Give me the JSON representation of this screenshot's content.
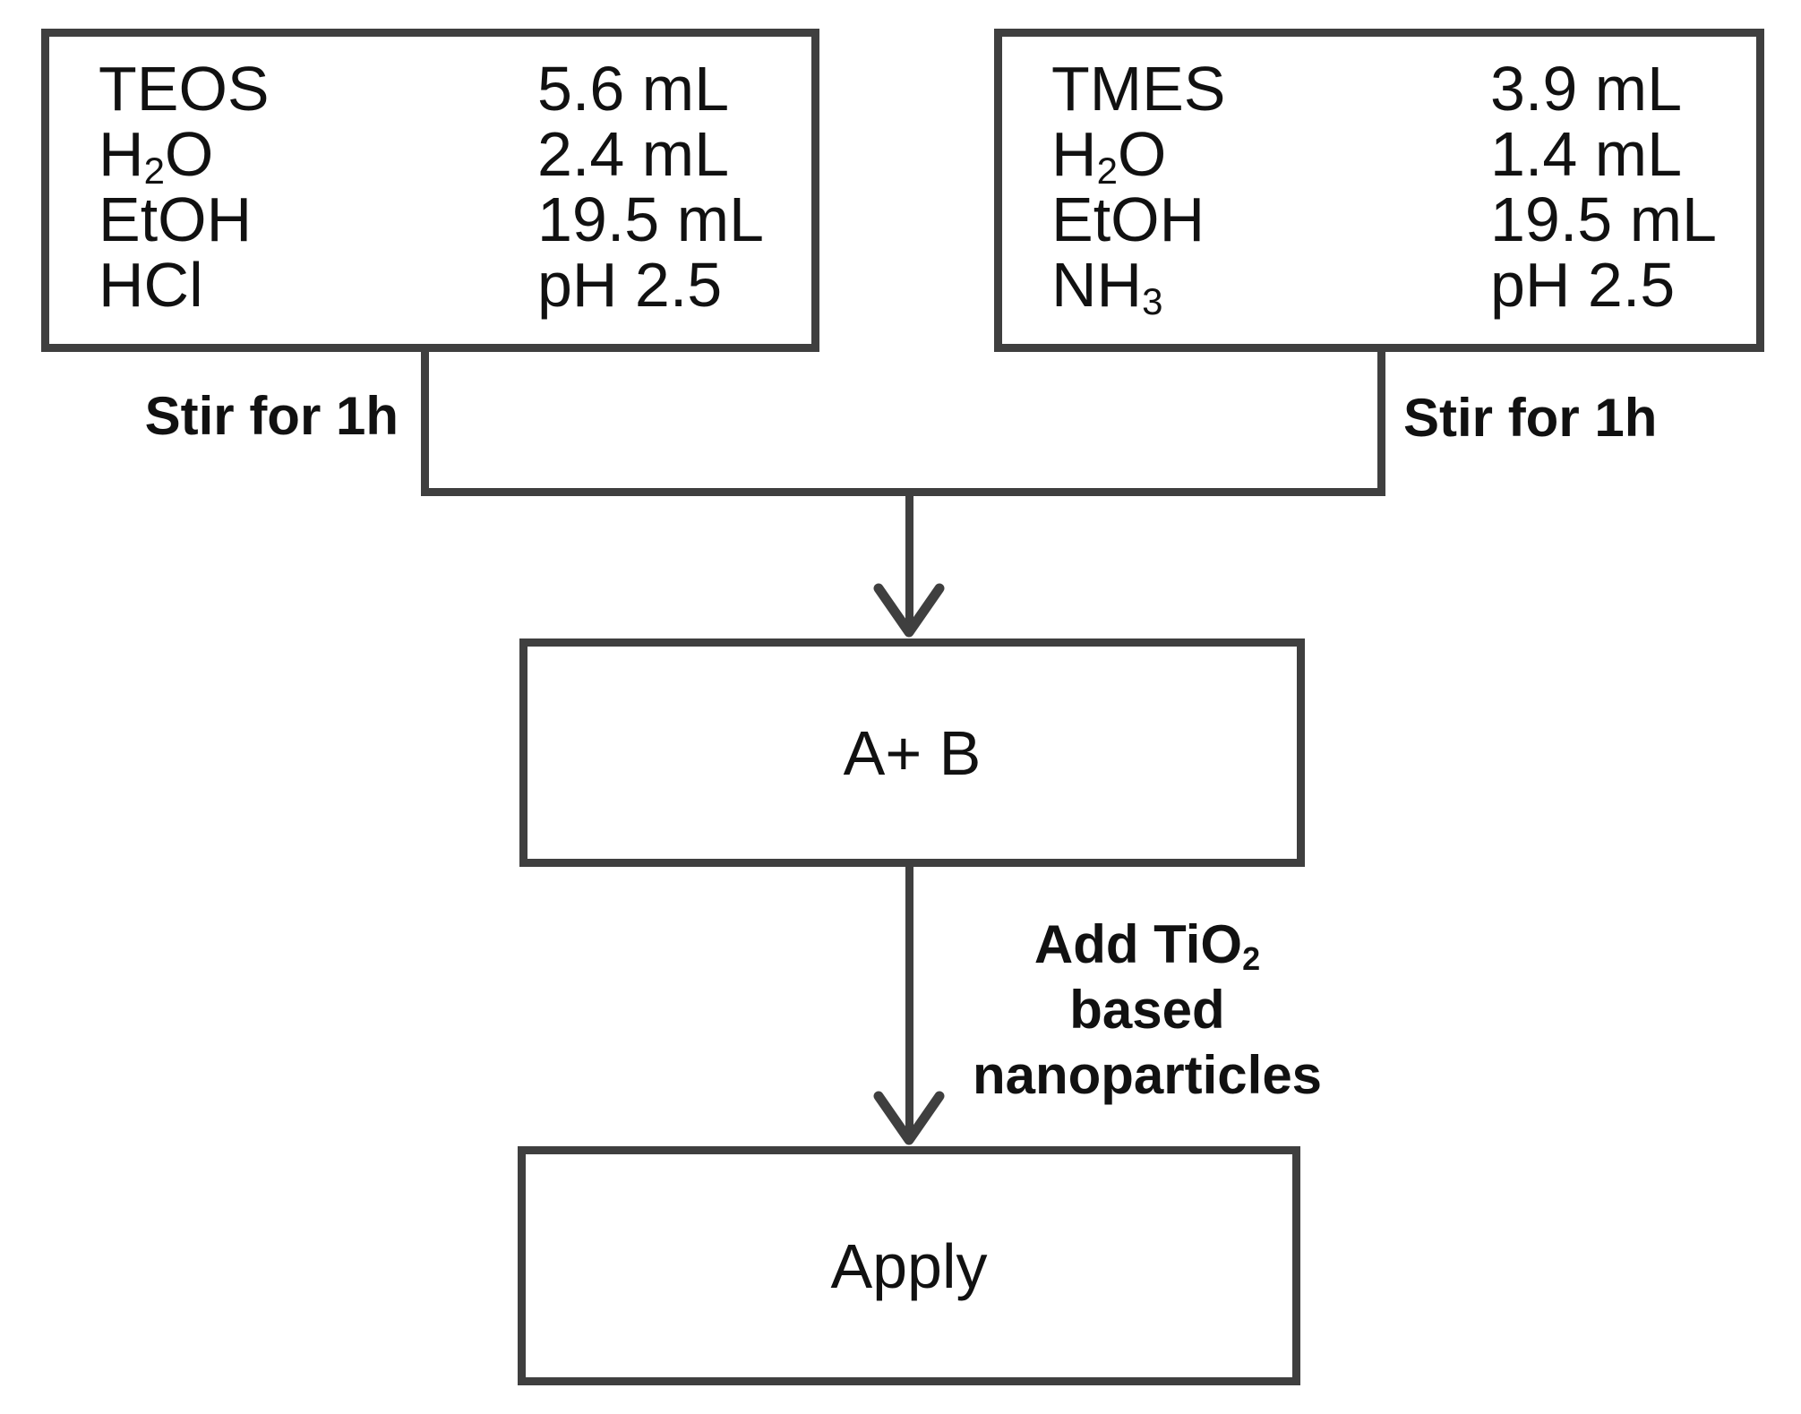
{
  "diagram": {
    "title_semantic": "sol-gel coating preparation flowchart",
    "solution_a": {
      "rows": [
        {
          "pre": "TEOS",
          "sub": "",
          "post": "",
          "value": "5.6 mL"
        },
        {
          "pre": "H",
          "sub": "2",
          "post": "O",
          "value": "2.4 mL"
        },
        {
          "pre": "EtOH",
          "sub": "",
          "post": "",
          "value": "19.5 mL"
        },
        {
          "pre": "HCl",
          "sub": "",
          "post": "",
          "value": "pH 2.5"
        }
      ]
    },
    "solution_b": {
      "rows": [
        {
          "pre": "TMES",
          "sub": "",
          "post": "",
          "value": "3.9 mL"
        },
        {
          "pre": "H",
          "sub": "2",
          "post": "O",
          "value": "1.4 mL"
        },
        {
          "pre": "EtOH",
          "sub": "",
          "post": "",
          "value": "19.5 mL"
        },
        {
          "pre": "NH",
          "sub": "3",
          "post": "",
          "value": "pH 2.5"
        }
      ]
    },
    "stir_left": "Stir for 1h",
    "stir_right": "Stir for 1h",
    "mix_label": "A+ B",
    "add_step": {
      "pre": "Add TiO",
      "sub": "2",
      "line2": "based",
      "line3": "nanoparticles"
    },
    "apply_label": "Apply",
    "colors": {
      "line": "#3f3f3f",
      "text": "#111111",
      "background": "#ffffff"
    }
  }
}
